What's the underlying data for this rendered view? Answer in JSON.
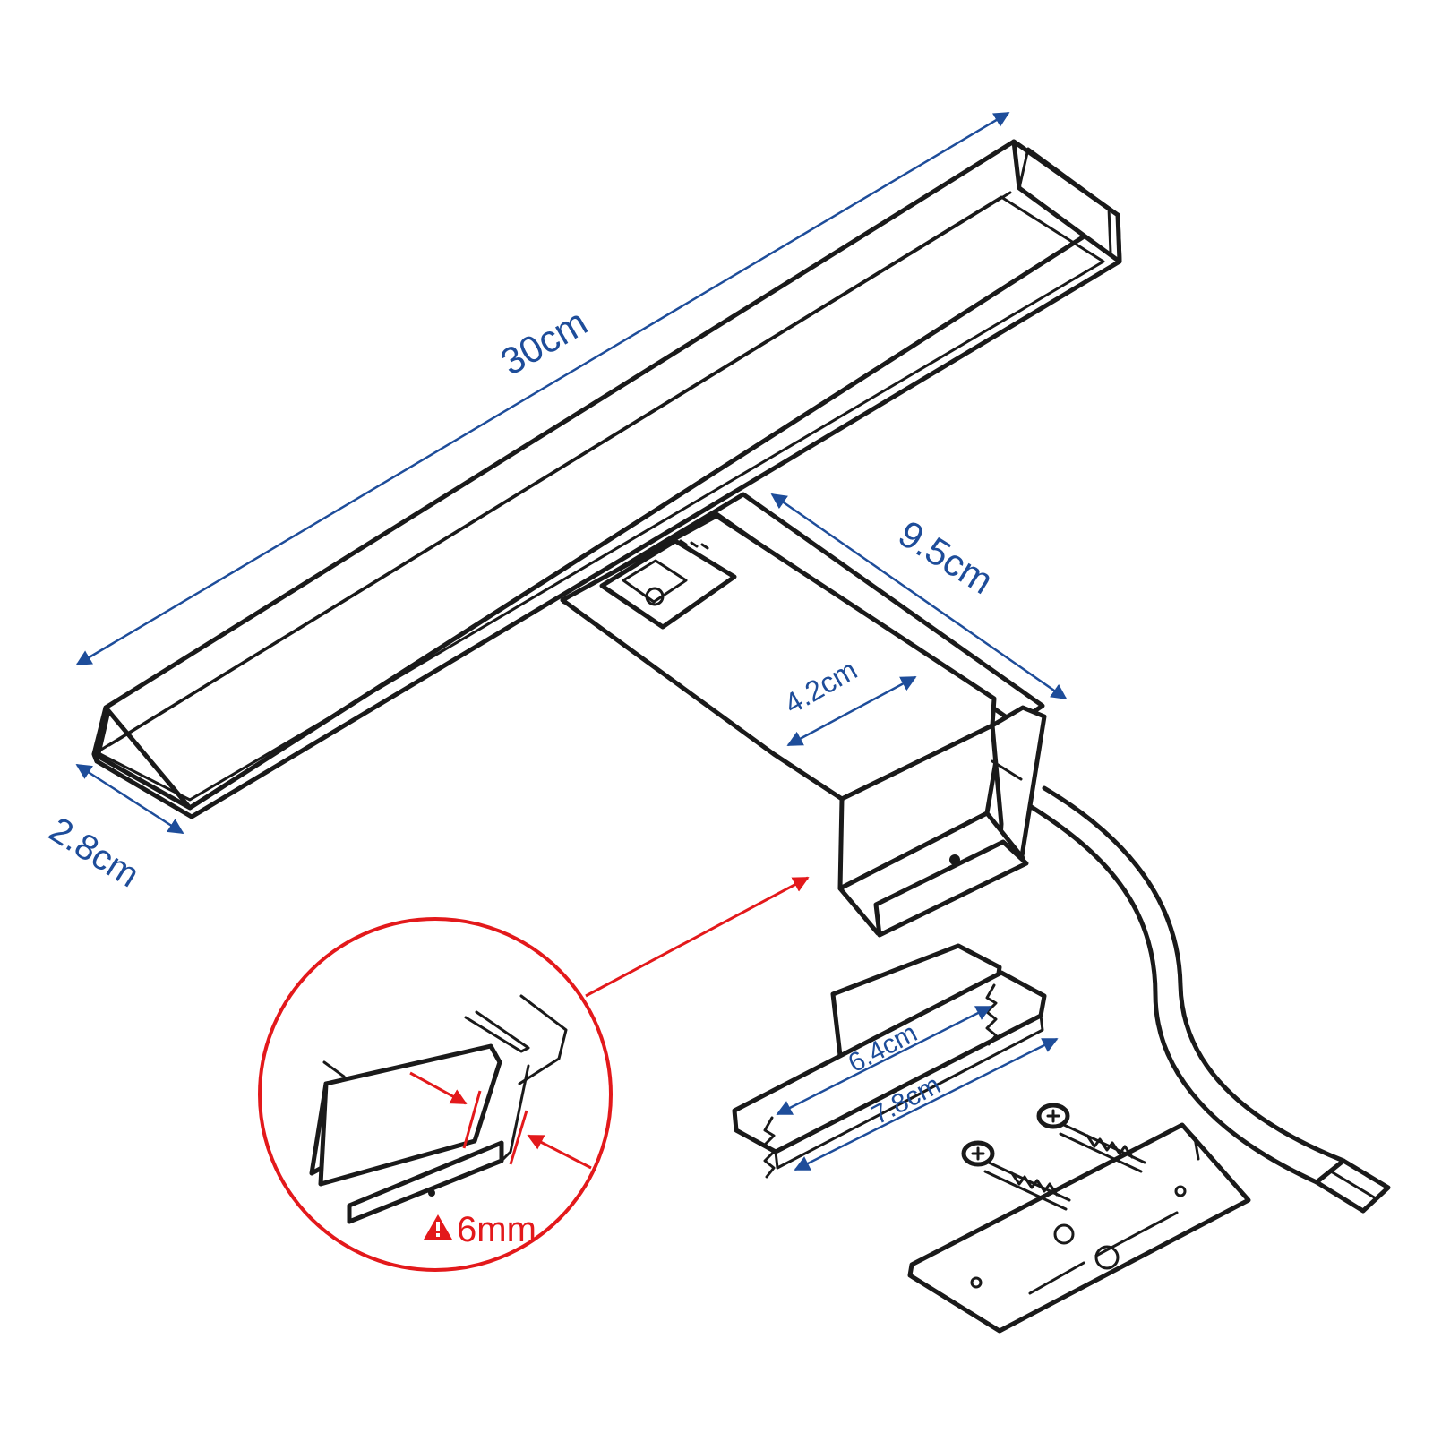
{
  "colors": {
    "dimension": "#1e4d9a",
    "callout": "#e3191b",
    "outline": "#1a1a1a",
    "background": "#ffffff"
  },
  "dimensions": {
    "lamp_length": "30cm",
    "lamp_depth": "2.8cm",
    "arm_length": "9.5cm",
    "arm_width": "4.2cm",
    "clamp_inner": "6.4cm",
    "clamp_outer": "7.8cm"
  },
  "callout": {
    "thickness": "6mm",
    "icon": "warning-triangle-icon"
  }
}
